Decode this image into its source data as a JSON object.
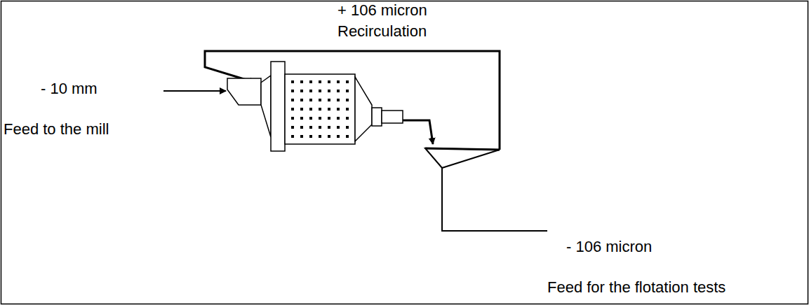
{
  "diagram": {
    "labels": [
      "+ 106 micron",
      "Recirculation",
      "- 10 mm",
      "Feed to the mill",
      "- 106 micron",
      "Feed for the flotation tests"
    ]
  }
}
